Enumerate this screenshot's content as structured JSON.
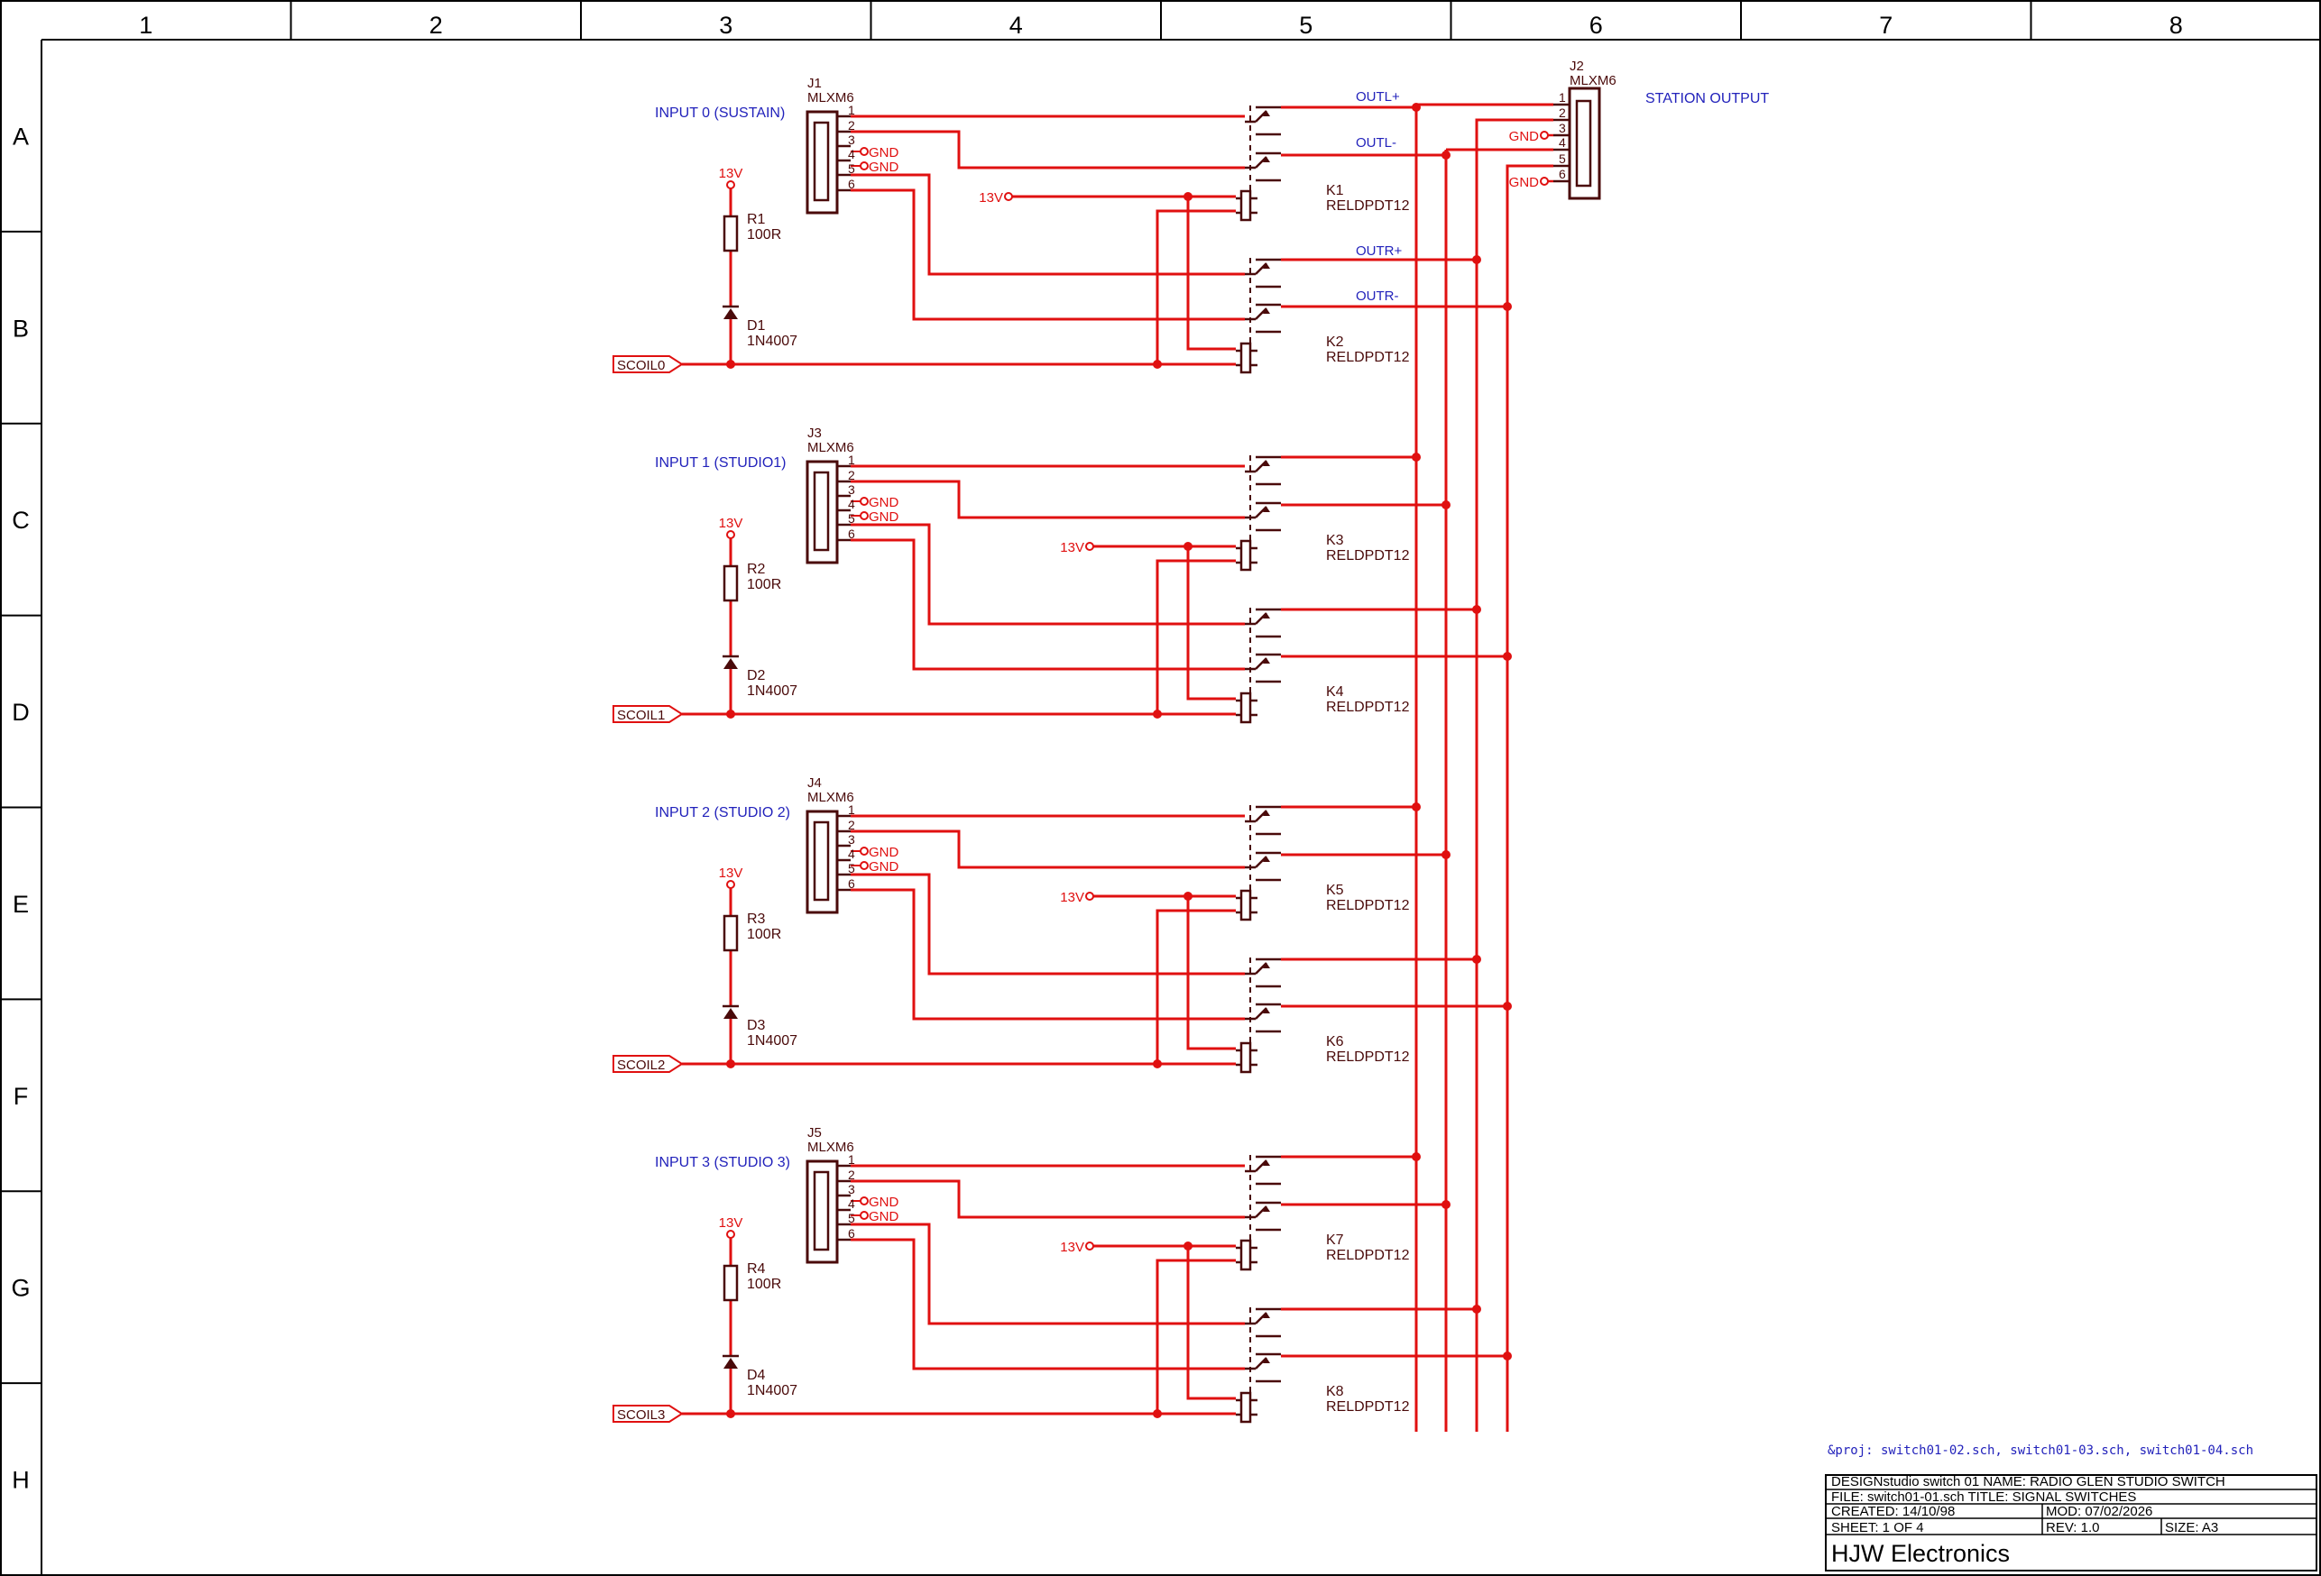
{
  "border": {
    "columns": [
      "1",
      "2",
      "3",
      "4",
      "5",
      "6",
      "7",
      "8"
    ],
    "rows": [
      "A",
      "B",
      "C",
      "D",
      "E",
      "F",
      "G",
      "H"
    ]
  },
  "gnd_label": "GND",
  "v13_label": "13V",
  "pin_numbers": [
    "1",
    "2",
    "3",
    "4",
    "5",
    "6"
  ],
  "inputs": [
    {
      "connector": "J1",
      "connector_type": "MLXM6",
      "label": "INPUT 0 (SUSTAIN)",
      "resistor": "R1",
      "resistor_value": "100R",
      "diode": "D1",
      "diode_type": "1N4007",
      "coil": "SCOIL0",
      "relay_a": "K1",
      "relay_b": "K2",
      "relay_type": "RELDPDT12"
    },
    {
      "connector": "J3",
      "connector_type": "MLXM6",
      "label": "INPUT 1 (STUDIO1)",
      "resistor": "R2",
      "resistor_value": "100R",
      "diode": "D2",
      "diode_type": "1N4007",
      "coil": "SCOIL1",
      "relay_a": "K3",
      "relay_b": "K4",
      "relay_type": "RELDPDT12"
    },
    {
      "connector": "J4",
      "connector_type": "MLXM6",
      "label": "INPUT 2 (STUDIO 2)",
      "resistor": "R3",
      "resistor_value": "100R",
      "diode": "D3",
      "diode_type": "1N4007",
      "coil": "SCOIL2",
      "relay_a": "K5",
      "relay_b": "K6",
      "relay_type": "RELDPDT12"
    },
    {
      "connector": "J5",
      "connector_type": "MLXM6",
      "label": "INPUT 3 (STUDIO 3)",
      "resistor": "R4",
      "resistor_value": "100R",
      "diode": "D4",
      "diode_type": "1N4007",
      "coil": "SCOIL3",
      "relay_a": "K7",
      "relay_b": "K8",
      "relay_type": "RELDPDT12"
    }
  ],
  "output": {
    "connector": "J2",
    "connector_type": "MLXM6",
    "label": "STATION OUTPUT"
  },
  "nets": {
    "outl_plus": "OUTL+",
    "outl_minus": "OUTL-",
    "outr_plus": "OUTR+",
    "outr_minus": "OUTR-"
  },
  "proj_note": "&proj: switch01-02.sch, switch01-03.sch, switch01-04.sch",
  "title_block": {
    "line1": "DESIGNstudio switch 01 NAME:  RADIO GLEN STUDIO SWITCH",
    "line2": "FILE: switch01-01.sch    TITLE:  SIGNAL SWITCHES",
    "created": "CREATED:  14/10/98",
    "mod": "MOD: 07/02/2026",
    "sheet": "SHEET: 1    OF  4",
    "rev": "REV:  1.0",
    "size": "SIZE:  A3",
    "company": "HJW Electronics"
  },
  "colors": {
    "wire": "#e01010",
    "part": "#4a0a0a",
    "label": "#2222bb",
    "frame": "#000000"
  }
}
